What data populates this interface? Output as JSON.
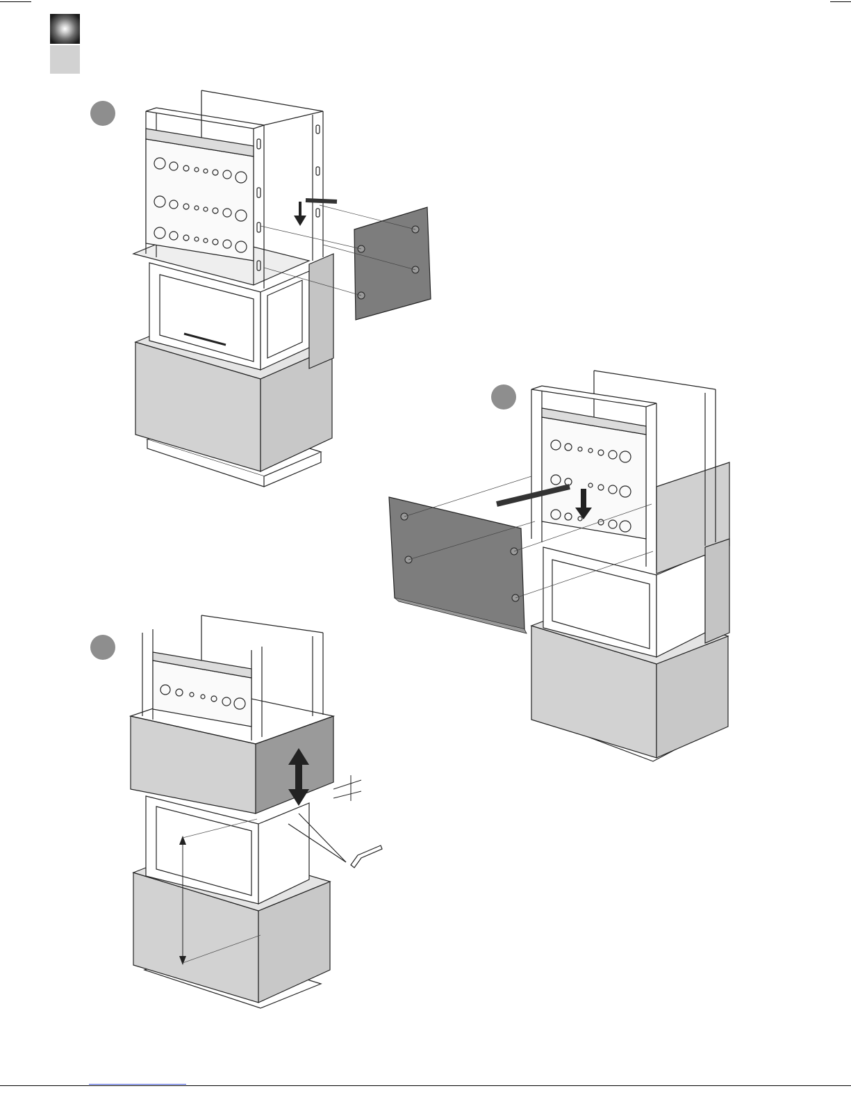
{
  "page": {
    "tab_colors": {
      "top": "#1a1a1a",
      "bottom": "#d2d2d2"
    },
    "accent": "#3a4fd6"
  },
  "figures": [
    {
      "id": "step-1",
      "marker_color": "#8e8e8e",
      "panel_color": "#7a7a7a"
    },
    {
      "id": "step-2",
      "marker_color": "#8e8e8e",
      "panel_color": "#7a7a7a"
    },
    {
      "id": "step-3",
      "marker_color": "#8e8e8e",
      "panel_color": "#9a9a9a"
    }
  ],
  "icons": [
    "arrow-down-icon",
    "double-arrow-icon",
    "allen-key-icon",
    "dimension-arrow-icon"
  ]
}
